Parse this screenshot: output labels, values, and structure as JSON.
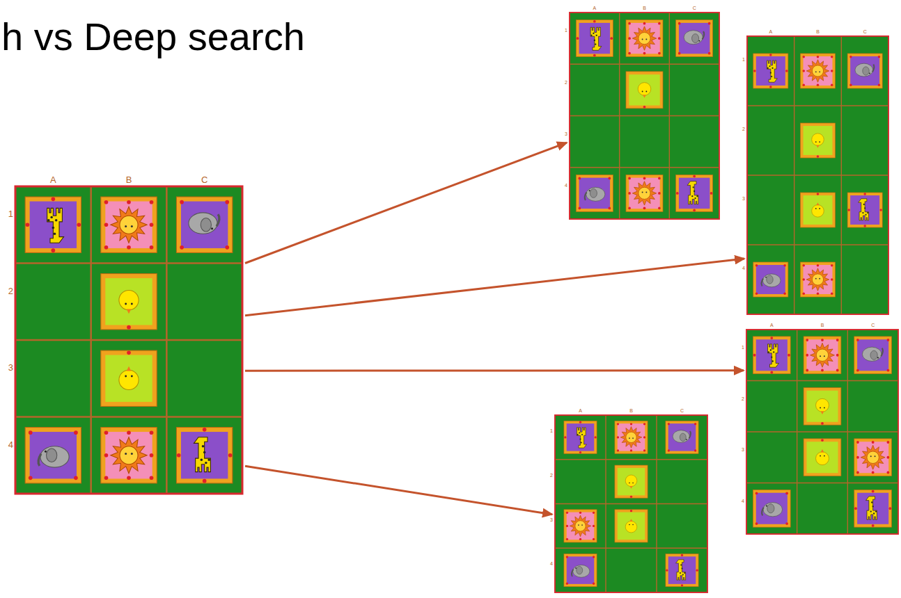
{
  "diagram": {
    "title": "h vs Deep search",
    "nodes": [
      {
        "text": [
          "A",
          "B",
          "C",
          "1",
          "2",
          "3",
          "4"
        ]
      },
      {
        "text": [
          "A",
          "B",
          "C",
          "1",
          "2",
          "3",
          "4"
        ]
      },
      {
        "text": [
          "A",
          "B",
          "C",
          "1",
          "2",
          "3",
          "4"
        ]
      },
      {
        "text": [
          "A",
          "B",
          "C",
          "1",
          "2",
          "3",
          "4"
        ]
      },
      {
        "text": [
          "A",
          "B",
          "C",
          "1",
          "2",
          "3",
          "4"
        ]
      }
    ],
    "edges": [
      {
        "from": 0,
        "to": 1,
        "arrow": "to"
      },
      {
        "from": 0,
        "to": 2,
        "arrow": "to"
      },
      {
        "from": 0,
        "to": 3,
        "arrow": "to"
      },
      {
        "from": 0,
        "to": 4,
        "arrow": "to"
      }
    ]
  }
}
